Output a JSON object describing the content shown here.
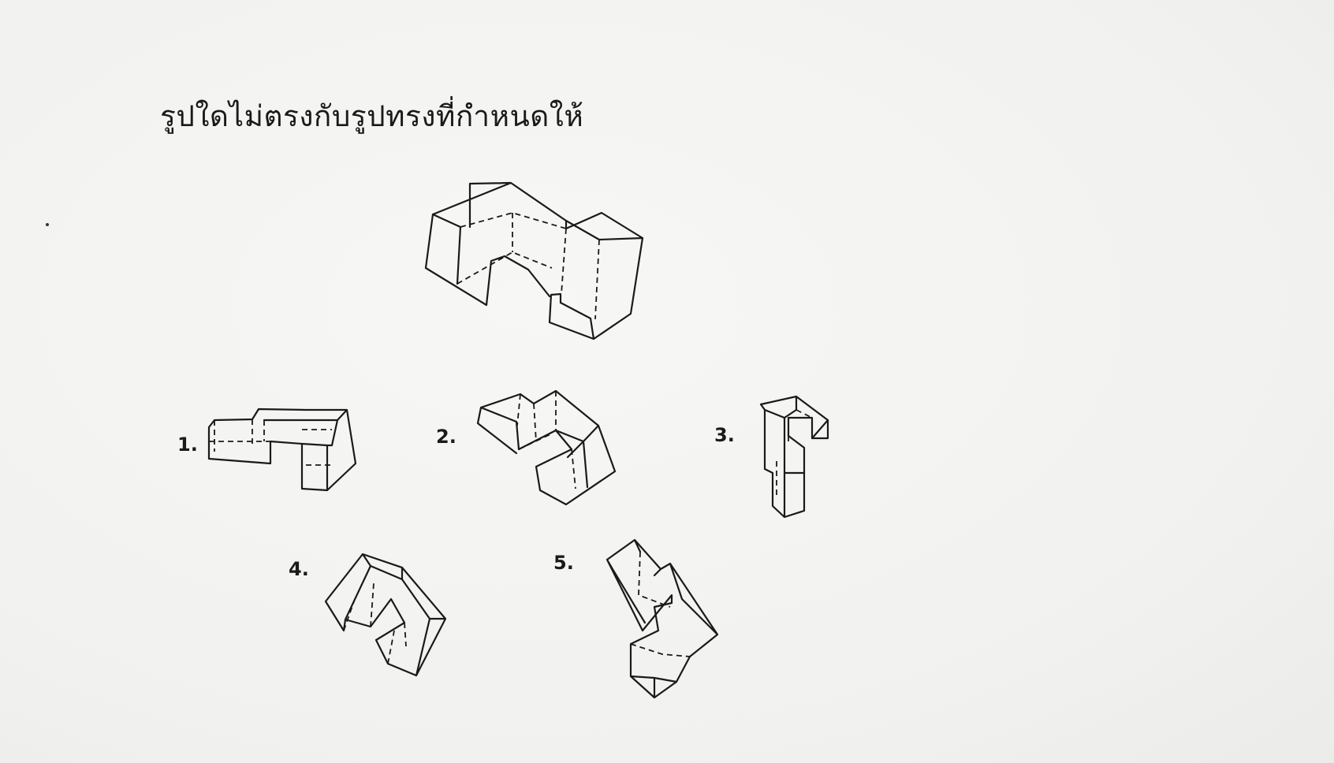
{
  "question": "รูปใดไม่ตรงกับรูปทรงที่กำหนดให้",
  "options": [
    {
      "label": "1."
    },
    {
      "label": "2."
    },
    {
      "label": "3."
    },
    {
      "label": "4."
    },
    {
      "label": "5."
    }
  ]
}
